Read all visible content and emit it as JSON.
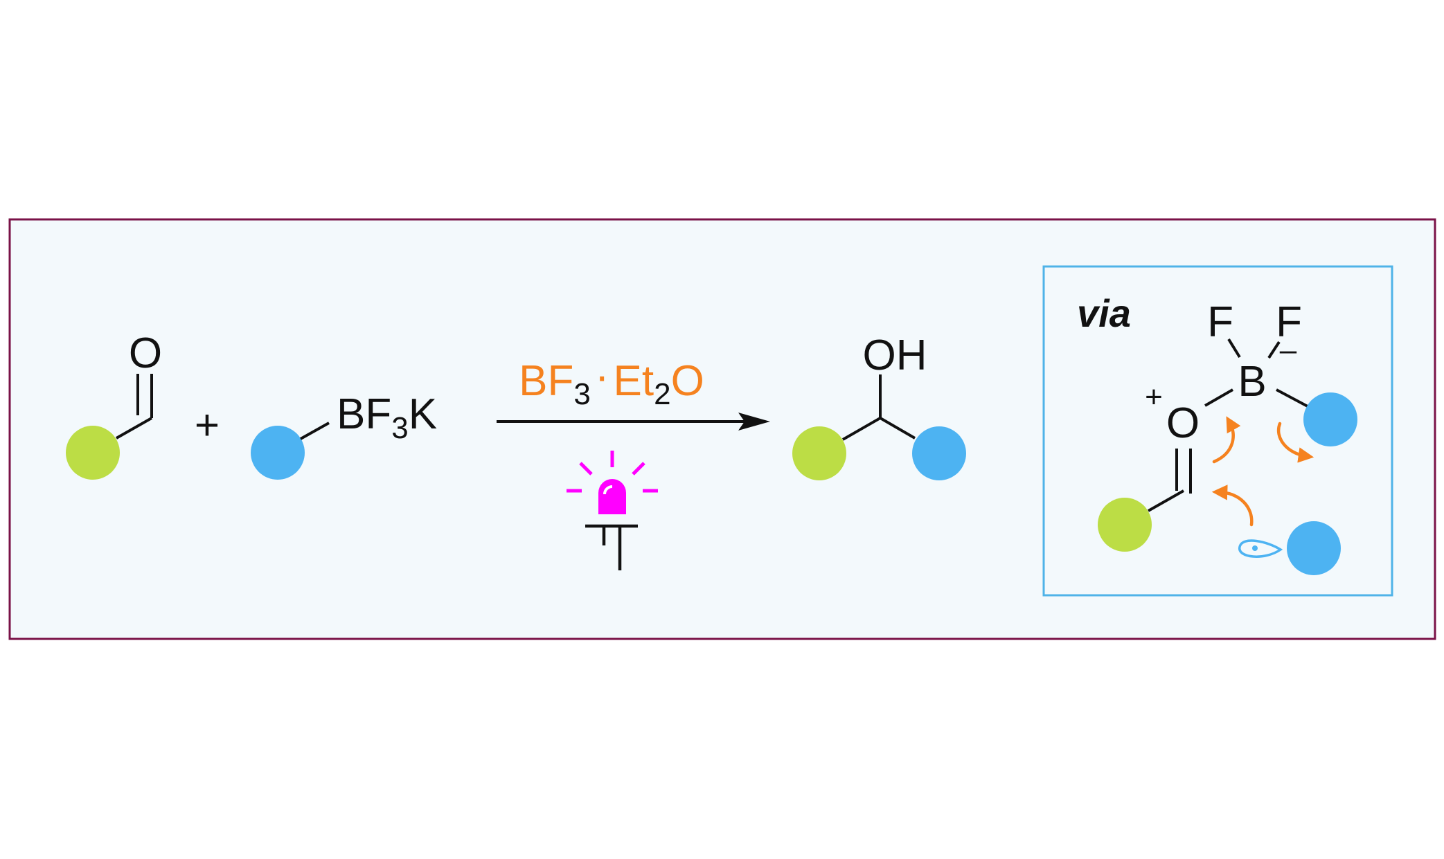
{
  "colors": {
    "panel_border": "#7a1247",
    "panel_fill": "#f3f9fc",
    "inset_border": "#4fb3e8",
    "green_group": "#bcdd45",
    "blue_group": "#4db3f2",
    "reagent": "#f5821f",
    "light": "#ff00ff",
    "bond": "#111111"
  },
  "reactant1": {
    "atom": "O",
    "icon": "green-circle-icon"
  },
  "plus": "+",
  "reactant2": {
    "main": "BF",
    "subscript": "3",
    "tail": "K",
    "icon": "blue-circle-icon"
  },
  "conditions": {
    "reagent_main": "BF",
    "reagent_sub1": "3",
    "reagent_dot": "·",
    "reagent_et": "Et",
    "reagent_sub2": "2",
    "reagent_o": "O",
    "light_icon": "led-light-icon"
  },
  "product": {
    "group": "OH"
  },
  "inset": {
    "label": "via",
    "fluorine_left": "F",
    "fluorine_right": "F",
    "boron": "B",
    "boron_charge": "–",
    "oxygen": "O",
    "oxygen_charge": "+"
  }
}
